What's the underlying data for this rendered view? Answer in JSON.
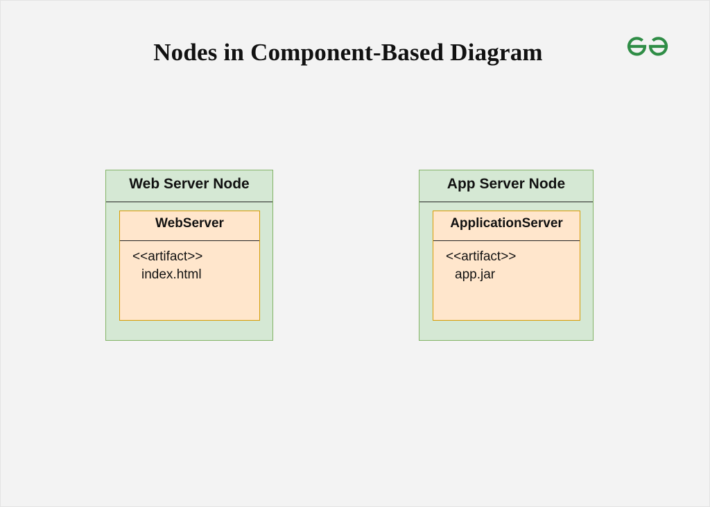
{
  "title": "Nodes in Component-Based Diagram",
  "logo": {
    "icon": "geeksforgeeks-logo-icon",
    "color": "#2f8d46"
  },
  "colors": {
    "background": "#f3f3f3",
    "node_fill": "#d5e8d4",
    "node_border": "#82b366",
    "component_fill": "#ffe6cc",
    "component_border": "#d79b00"
  },
  "nodes": [
    {
      "label": "Web Server Node",
      "component": {
        "label": "WebServer",
        "stereotype": "<<artifact>>",
        "artifact": "index.html"
      }
    },
    {
      "label": "App Server Node",
      "component": {
        "label": "ApplicationServer",
        "stereotype": "<<artifact>>",
        "artifact": "app.jar"
      }
    }
  ]
}
